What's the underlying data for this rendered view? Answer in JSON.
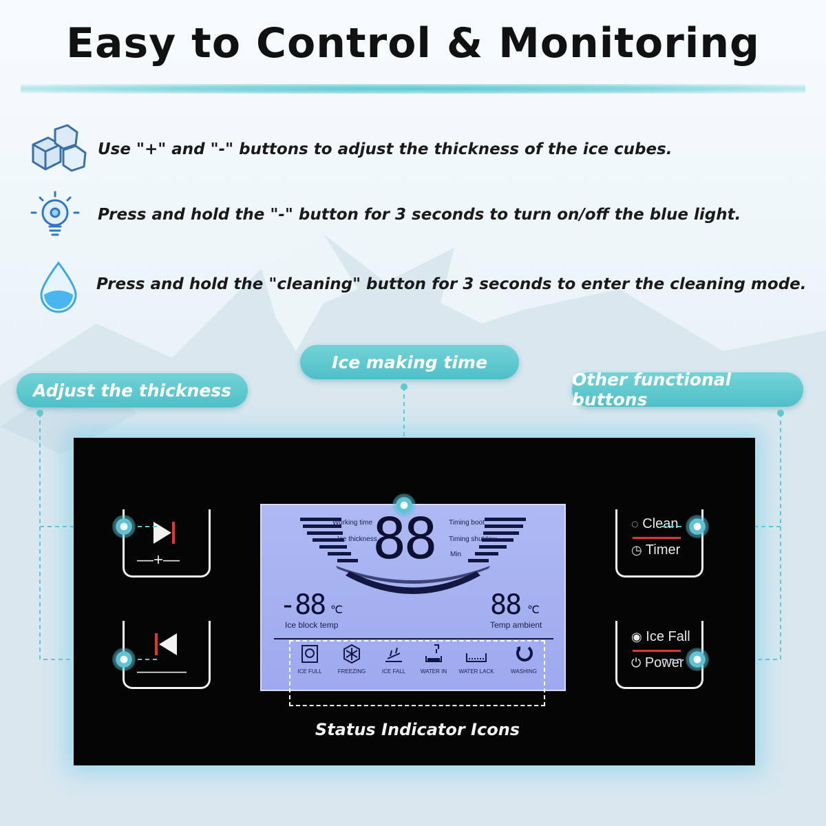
{
  "title": "Easy to Control & Monitoring",
  "features": [
    {
      "icon": "ice-cubes-icon",
      "text": "Use \"+\" and \"-\" buttons to adjust the thickness of the ice cubes."
    },
    {
      "icon": "light-bulb-icon",
      "text": "Press and hold the \"-\" button for 3 seconds to turn on/off the blue light."
    },
    {
      "icon": "water-drop-icon",
      "text": "Press and hold the \"cleaning\" button for 3 seconds to enter the cleaning mode."
    }
  ],
  "callouts": {
    "left": "Adjust the thickness",
    "center": "Ice making time",
    "right": "Other functional buttons"
  },
  "lcd": {
    "working_time": "Working time",
    "ice_thickness": "Ice thickness",
    "timing_boot": "Timing boot",
    "timing_shutdown": "Timing shutdow",
    "min": "Min",
    "time_digits": "88",
    "ice_block_temp_value": "-88",
    "ice_block_temp_unit": "℃",
    "ice_block_temp_label": "Ice block temp",
    "ambient_temp_value": "88",
    "ambient_temp_unit": "℃",
    "ambient_temp_label": "Temp ambient"
  },
  "status_icons": [
    {
      "icon": "ice-full-icon",
      "label": "ICE FULL"
    },
    {
      "icon": "snowflake-icon",
      "label": "FREEZING"
    },
    {
      "icon": "ice-fall-icon",
      "label": "ICE FALL"
    },
    {
      "icon": "water-in-icon",
      "label": "WATER IN"
    },
    {
      "icon": "water-lack-icon",
      "label": "WATER LACK"
    },
    {
      "icon": "washing-icon",
      "label": "WASHING"
    }
  ],
  "status_caption": "Status Indicator Icons",
  "buttons": {
    "plus_symbol": "—+—",
    "minus_symbol": "———",
    "clean": "Clean",
    "timer": "Timer",
    "ice_fall": "Ice Fall",
    "power": "Power"
  },
  "colors": {
    "accent": "#5ec9d2",
    "panel": "#050505",
    "lcd": "#a8b3f2",
    "red": "#e03535"
  }
}
